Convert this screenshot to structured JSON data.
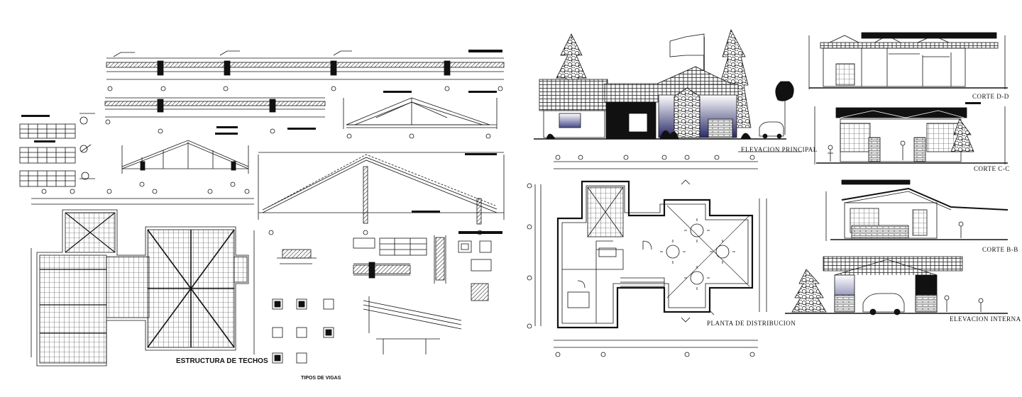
{
  "labels": {
    "roof_structure": "ESTRUCTURA DE TECHOS",
    "beam_types": "TIPOS DE VIGAS",
    "main_elevation": "ELEVACION PRINCIPAL",
    "floor_plan": "PLANTA DE DISTRIBUCION",
    "section_dd": "CORTE D-D",
    "section_cc": "CORTE C-C",
    "section_bb": "CORTE B-B",
    "internal_elevation": "ELEVACION INTERNA"
  }
}
